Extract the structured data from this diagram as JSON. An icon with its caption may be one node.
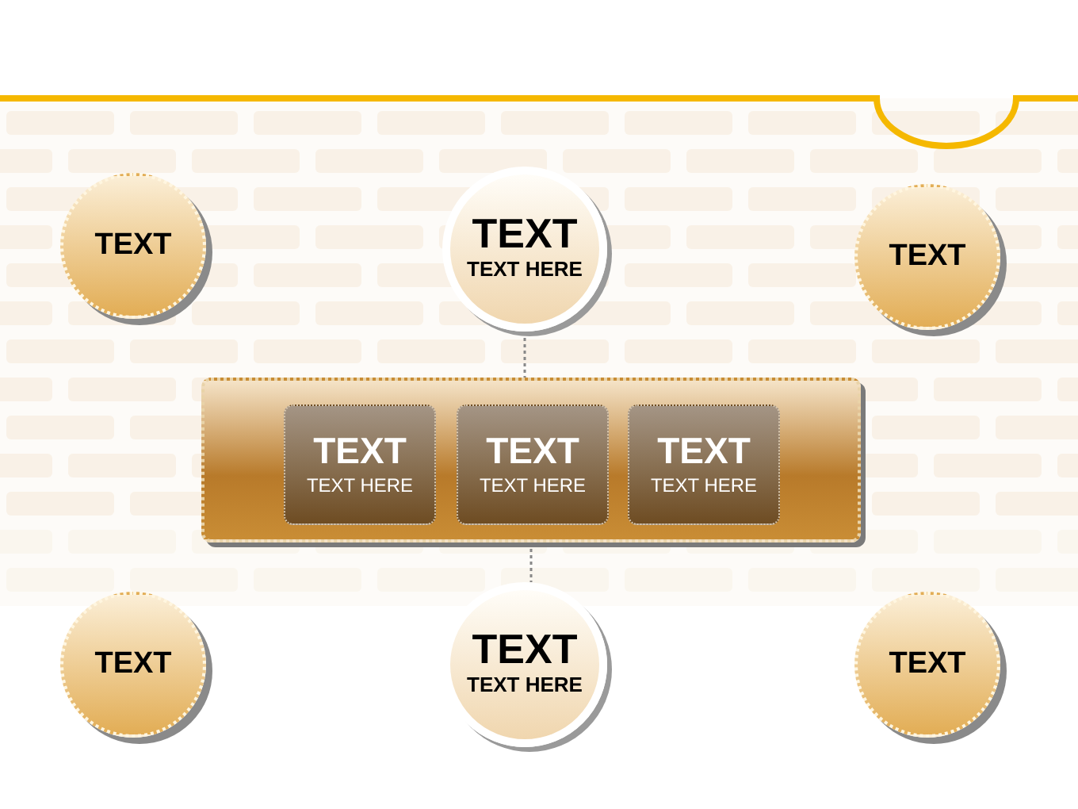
{
  "diagram": {
    "nodes": [
      {
        "text": [
          "TEXT"
        ]
      },
      {
        "text": [
          "TEXT",
          "TEXT HERE"
        ]
      },
      {
        "text": [
          "TEXT"
        ]
      },
      {
        "text": [],
        "shape": "box"
      },
      {
        "text": [
          "TEXT",
          "TEXT HERE"
        ],
        "in": 3
      },
      {
        "text": [
          "TEXT",
          "TEXT HERE"
        ],
        "in": 3
      },
      {
        "text": [
          "TEXT",
          "TEXT HERE"
        ],
        "in": 3
      },
      {
        "text": [
          "TEXT"
        ]
      },
      {
        "text": [
          "TEXT",
          "TEXT HERE"
        ]
      },
      {
        "text": [
          "TEXT"
        ]
      }
    ],
    "edges": [
      {
        "from": 1,
        "to": 3,
        "arrow": "none",
        "style": "dashed"
      },
      {
        "from": 3,
        "to": 8,
        "arrow": "none",
        "style": "dashed"
      }
    ]
  }
}
